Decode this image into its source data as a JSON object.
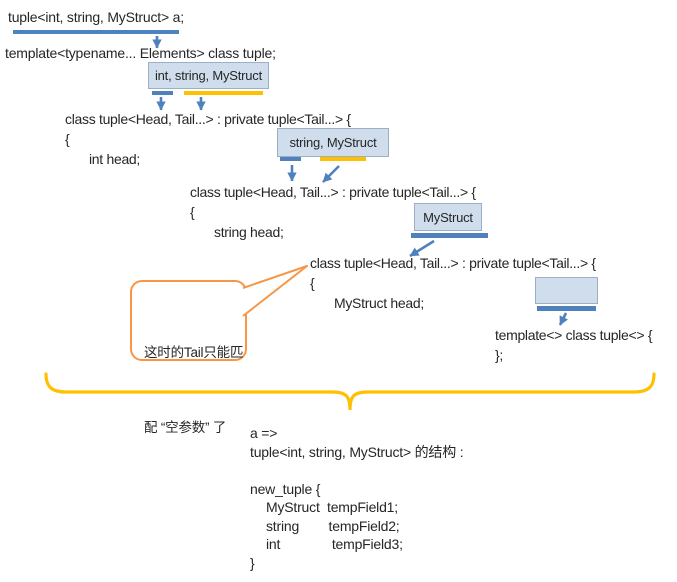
{
  "colors": {
    "accent_blue": "#4f81bd",
    "accent_gold": "#ffc000",
    "bubble_orange": "#f79646",
    "box_fill": "#cfdded",
    "box_border": "#9dafc4",
    "text": "#262626"
  },
  "intro": {
    "declaration": "tuple<int, string, MyStruct> a;",
    "template_decl": "template<typename... Elements> class tuple;"
  },
  "param_boxes": {
    "box1": "int, string, MyStruct",
    "box2": "string, MyStruct",
    "box3": "MyStruct",
    "box4": ""
  },
  "expansions": {
    "step1": {
      "line1": "class tuple<Head, Tail...> : private tuple<Tail...> {",
      "line2": "{",
      "line3": "int head;"
    },
    "step2": {
      "line1": "class tuple<Head, Tail...> : private tuple<Tail...> {",
      "line2": "{",
      "line3": "string head;"
    },
    "step3": {
      "line1": "class tuple<Head, Tail...> : private tuple<Tail...> {",
      "line2": "{",
      "line3": "MyStruct head;"
    },
    "step4": {
      "line1": "template<> class tuple<> {",
      "line2": "};"
    }
  },
  "callout": {
    "line1": "这时的Tail只能匹",
    "line2": "配 “空参数” 了"
  },
  "summary": {
    "line1": "a =>",
    "line2": "tuple<int, string, MyStruct> 的结构 :",
    "line3": "new_tuple {",
    "line4": "MyStruct  tempField1;",
    "line5": "string        tempField2;",
    "line6": "int              tempField3;",
    "line7": "}"
  }
}
